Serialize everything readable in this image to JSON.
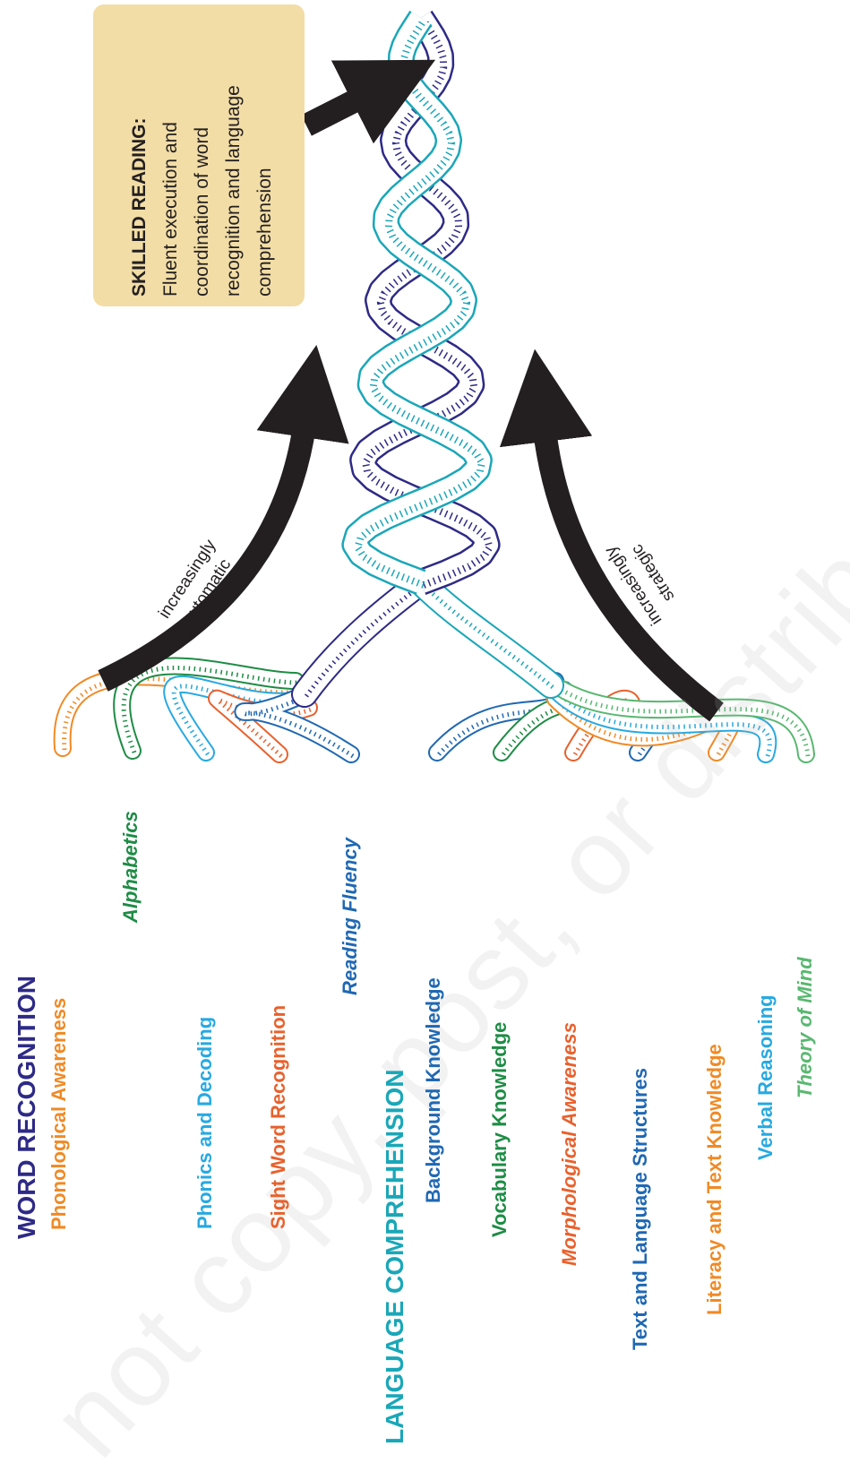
{
  "colors": {
    "navy": "#2e2a86",
    "teal": "#1aa7b8",
    "orange": "#f08a25",
    "green": "#1e8c45",
    "sky": "#27a9e1",
    "red_orange": "#e8612d",
    "blue": "#1f68b3",
    "light_green": "#58b870",
    "box": "#f2dda6",
    "arrow": "#231f20"
  },
  "skilled_reading": {
    "heading": "SKILLED READING:",
    "lines": [
      "Fluent execution and",
      "coordination of word",
      "recognition and language",
      "comprehension"
    ]
  },
  "arrows": {
    "left_label": [
      "increasingly",
      "automatic"
    ],
    "right_label": [
      "increasingly",
      "strategic"
    ]
  },
  "word_recognition": {
    "title": "WORD RECOGNITION",
    "strands": [
      {
        "label": "Phonological Awareness",
        "color": "#f08a25",
        "italic": false
      },
      {
        "label": "Alphabetics",
        "color": "#1e8c45",
        "italic": true
      },
      {
        "label": "Phonics and Decoding",
        "color": "#27a9e1",
        "italic": false
      },
      {
        "label": "Sight Word Recognition",
        "color": "#e8612d",
        "italic": false
      },
      {
        "label": "Reading Fluency",
        "color": "#1f68b3",
        "italic": true
      }
    ]
  },
  "language_comprehension": {
    "title": "LANGUAGE COMPREHENSION",
    "strands": [
      {
        "label": "Background Knowledge",
        "color": "#1f68b3",
        "italic": false
      },
      {
        "label": "Vocabulary Knowledge",
        "color": "#1e8c45",
        "italic": false
      },
      {
        "label": "Morphological Awareness",
        "color": "#e8612d",
        "italic": true
      },
      {
        "label": "Text and Language Structures",
        "color": "#1f68b3",
        "italic": false
      },
      {
        "label": "Literacy and Text Knowledge",
        "color": "#f08a25",
        "italic": false
      },
      {
        "label": "Verbal Reasoning",
        "color": "#27a9e1",
        "italic": false
      },
      {
        "label": "Theory of Mind",
        "color": "#58b870",
        "italic": true
      }
    ]
  },
  "watermark": "not copy, post, or distribute"
}
